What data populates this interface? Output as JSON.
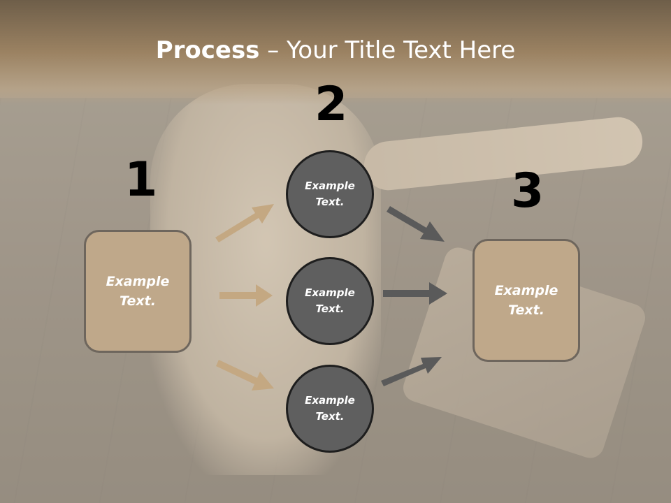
{
  "slide": {
    "title_bold": "Process",
    "title_rest": " – Your Title Text Here",
    "step_numbers": [
      "1",
      "2",
      "3"
    ],
    "left_box": {
      "text": "Example\nText."
    },
    "circles": [
      {
        "text": "Example\nText."
      },
      {
        "text": "Example\nText."
      },
      {
        "text": "Example\nText."
      }
    ],
    "right_box": {
      "text": "Example\nText."
    }
  },
  "colors": {
    "box_fill": "#bfa88a",
    "circle_fill": "#5f5f5f",
    "tan_arrow": "#c4a882",
    "gray_arrow": "#5a5a5a",
    "title_text": "#ffffff"
  }
}
